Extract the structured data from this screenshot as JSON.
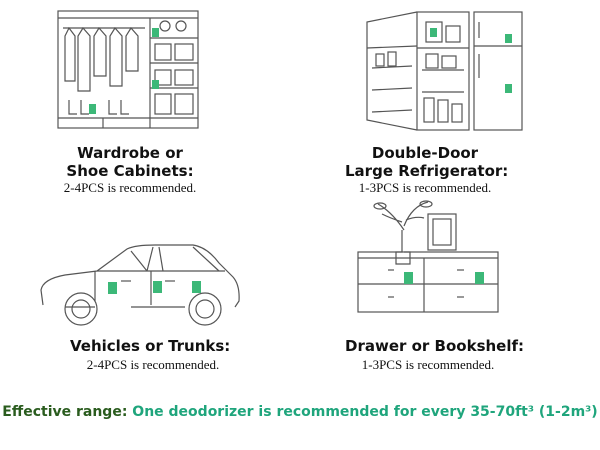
{
  "colors": {
    "line": "#555555",
    "deodorizer": "#3cb878",
    "range_label": "#2a5c1e",
    "range_text": "#1fa57c"
  },
  "icons": {
    "wardrobe": "wardrobe-illustration-icon",
    "refrigerator": "refrigerator-illustration-icon",
    "vehicle": "car-illustration-icon",
    "drawer": "drawer-cabinet-illustration-icon",
    "deodorizer": "deodorizer-box-icon"
  },
  "panels": {
    "wardrobe": {
      "title_line1": "Wardrobe or",
      "title_line2": "Shoe Cabinets:",
      "recommendation": "2-4PCS is recommended."
    },
    "refrigerator": {
      "title_line1": "Double-Door",
      "title_line2": "Large Refrigerator:",
      "recommendation": "1-3PCS is recommended."
    },
    "vehicle": {
      "title_line1": "Vehicles or Trunks:",
      "recommendation": "2-4PCS is recommended."
    },
    "drawer": {
      "title_line1": "Drawer or Bookshelf:",
      "recommendation": "1-3PCS is recommended."
    }
  },
  "footer": {
    "label": "Effective range:",
    "text": "One deodorizer is recommended for every 35-70ft³ (1-2m³)"
  }
}
